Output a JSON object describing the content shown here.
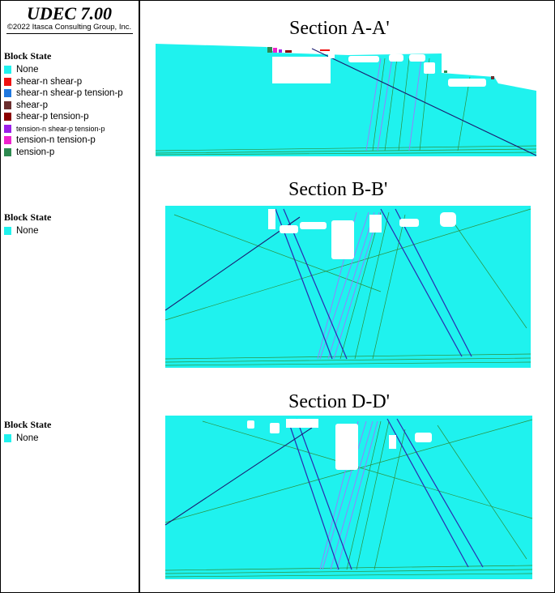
{
  "header": {
    "title": "UDEC 7.00",
    "copyright": "©2022 Itasca Consulting Group, Inc."
  },
  "colors": {
    "rock": "#1ff2ee",
    "joint_green": "#2c8e3a",
    "joint_blue": "#2a2ab0",
    "joint_dark": "#1a1a70",
    "joint_violet": "#9a78ff",
    "excavation": "#ffffff"
  },
  "legends": [
    {
      "title": "Block State",
      "items": [
        {
          "label": "None",
          "color": "#1ff2ee"
        },
        {
          "label": "shear-n shear-p",
          "color": "#ee1111"
        },
        {
          "label": "shear-n shear-p tension-p",
          "color": "#1f78e0"
        },
        {
          "label": "shear-p",
          "color": "#6b3030"
        },
        {
          "label": "shear-p tension-p",
          "color": "#8b0000"
        },
        {
          "label": "tension-n shear-p tension-p",
          "color": "#9b1fe8",
          "small": true
        },
        {
          "label": "tension-n tension-p",
          "color": "#ee22cc"
        },
        {
          "label": "tension-p",
          "color": "#2e8a50"
        }
      ]
    },
    {
      "title": "Block State",
      "items": [
        {
          "label": "None",
          "color": "#1ff2ee"
        }
      ]
    },
    {
      "title": "Block State",
      "items": [
        {
          "label": "None",
          "color": "#1ff2ee"
        }
      ]
    }
  ],
  "sections": [
    {
      "title": "Section A-A'"
    },
    {
      "title": "Section B-B'"
    },
    {
      "title": "Section D-D'"
    }
  ]
}
